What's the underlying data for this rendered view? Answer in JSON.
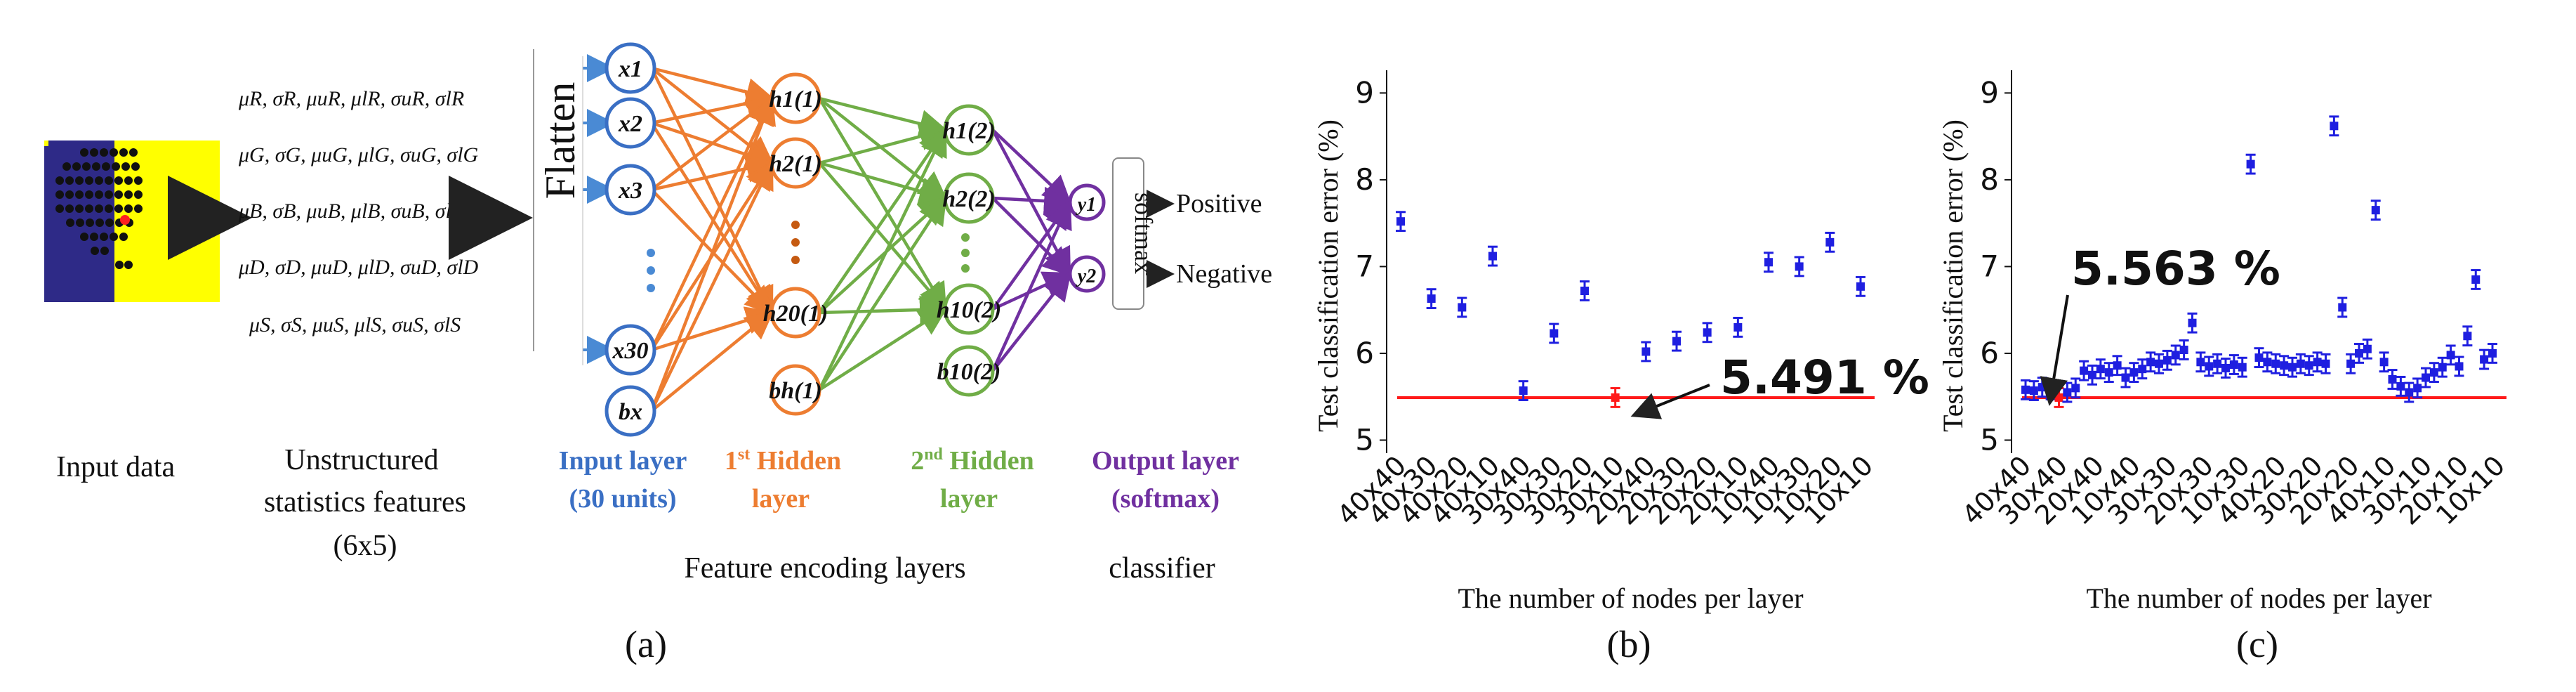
{
  "panel_a": {
    "panel_label": "(a)",
    "flatten_label": "Flatten",
    "softmax_label": "softmax",
    "positive_label": "Positive",
    "negative_label": "Negative",
    "input_data_caption": "Input data",
    "features_caption_1": "Unstructured",
    "features_caption_2": "statistics  features",
    "features_caption_3": "(6x5)",
    "feature_rows": [
      "μR, σR, μuR, μlR, σuR, σlR",
      "μG, σG, μuG, μlG, σuG, σlG",
      "μB, σB, μuB, μlB, σuB, σlB",
      "μD, σD, μuD, μlD, σuD, σlD",
      "μS, σS, μuS, μlS, σuS, σlS"
    ],
    "input_nodes": [
      "x1",
      "x2",
      "x3",
      "x30",
      "bx"
    ],
    "hidden1_nodes": [
      "h1(1)",
      "h2(1)",
      "h20(1)",
      "bh(1)"
    ],
    "hidden2_nodes": [
      "h1(2)",
      "h2(2)",
      "h10(2)",
      "b10(2)"
    ],
    "output_nodes": [
      "y1",
      "y2"
    ],
    "layer_input_1": "Input layer",
    "layer_input_2": "(30 units)",
    "layer_h1_sup": "st",
    "layer_h1_1": " Hidden",
    "layer_h1_2": "layer",
    "layer_h2_sup": "nd",
    "layer_h2_1": " Hidden",
    "layer_h2_2": "layer",
    "layer_out_1": "Output layer",
    "layer_out_2": "(softmax)",
    "feature_encoding_caption": "Feature encoding layers",
    "classifier_caption": "classifier",
    "colors": {
      "input": "#3a6fc4",
      "hidden1": "#ed7d31",
      "hidden2": "#70ad47",
      "output": "#7030a0"
    }
  },
  "panel_b": {
    "panel_label": "(b)",
    "annotation": "5.491 %"
  },
  "panel_c": {
    "panel_label": "(c)",
    "annotation": "5.563 %"
  },
  "chart_data": [
    {
      "type": "scatter",
      "panel": "(b)",
      "xlabel": "The number of nodes per layer",
      "ylabel": "Test classification error (%)",
      "yticks": [
        5,
        6,
        7,
        8,
        9
      ],
      "ylim": [
        4.85,
        9.1
      ],
      "x_tick_labels": [
        "40x40",
        "40x30",
        "40x20",
        "40x10",
        "30x40",
        "30x30",
        "30x20",
        "30x10",
        "20x40",
        "20x30",
        "20x20",
        "20x10",
        "10x40",
        "10x30",
        "10x20",
        "10x10"
      ],
      "values": [
        7.52,
        6.63,
        6.53,
        7.12,
        5.57,
        6.23,
        6.72,
        5.49,
        6.02,
        6.14,
        6.24,
        6.3,
        7.05,
        7.0,
        7.28,
        6.77
      ],
      "error": 0.06,
      "reference_line": 5.49,
      "highlight_index": 7,
      "colors": {
        "points": "#1f1fe0",
        "line": "#ff1a1a",
        "highlight": "#ff1a1a"
      }
    },
    {
      "type": "scatter",
      "panel": "(c)",
      "xlabel": "The number of nodes per layer",
      "ylabel": "Test classification error (%)",
      "yticks": [
        5,
        6,
        7,
        8,
        9
      ],
      "ylim": [
        4.85,
        9.1
      ],
      "x_tick_labels": [
        "40x40",
        "30x40",
        "20x40",
        "10x40",
        "30x30",
        "20x30",
        "10x30",
        "40x20",
        "30x20",
        "20x20",
        "40x10",
        "30x10",
        "20x10",
        "10x10"
      ],
      "values": [
        5.58,
        5.57,
        5.61,
        5.58,
        5.49,
        5.55,
        5.6,
        5.8,
        5.75,
        5.82,
        5.78,
        5.86,
        5.72,
        5.78,
        5.82,
        5.9,
        5.88,
        5.92,
        5.98,
        6.04,
        6.35,
        5.9,
        5.85,
        5.88,
        5.83,
        5.87,
        5.84,
        8.18,
        5.95,
        5.9,
        5.88,
        5.86,
        5.84,
        5.88,
        5.86,
        5.9,
        5.88,
        8.62,
        6.53,
        5.88,
        6.0,
        6.05,
        7.65,
        5.9,
        5.7,
        5.62,
        5.55,
        5.6,
        5.72,
        5.78,
        5.84,
        5.98,
        5.85,
        6.2,
        6.85,
        5.93,
        6.0
      ],
      "error": 0.06,
      "reference_line": 5.49,
      "highlight_index": 4,
      "colors": {
        "points": "#1f1fe0",
        "line": "#ff1a1a",
        "highlight": "#ff1a1a"
      }
    }
  ]
}
